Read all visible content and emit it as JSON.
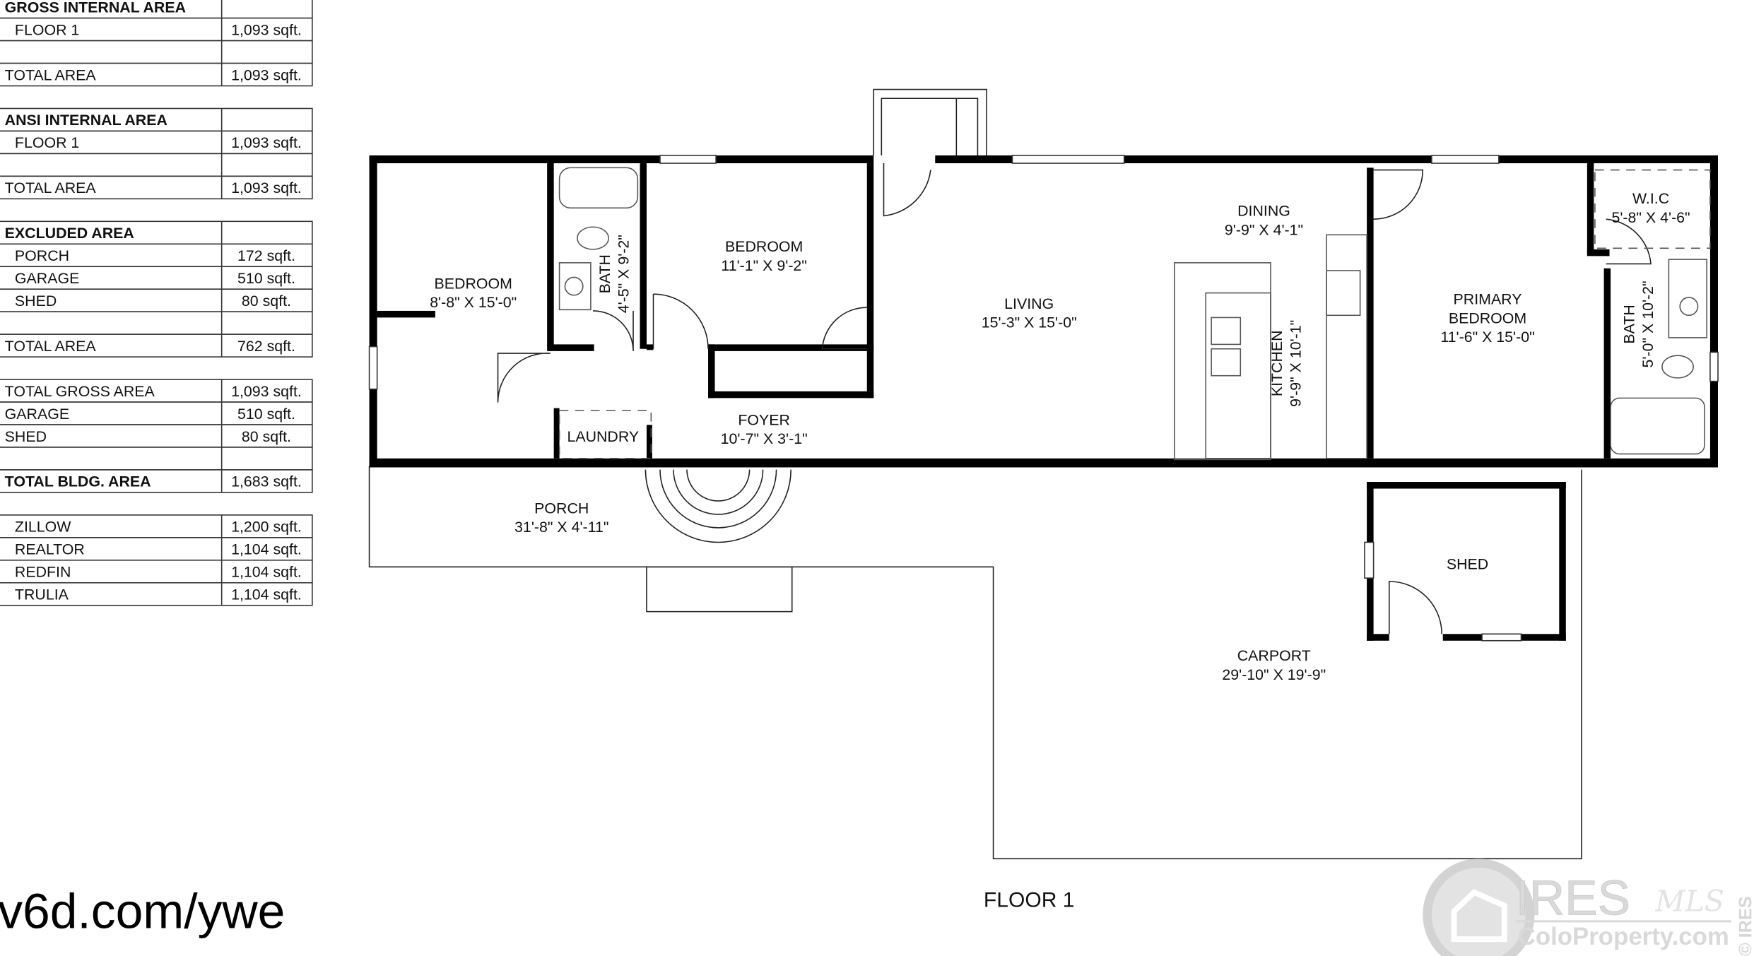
{
  "area_tables": [
    {
      "title": "GROSS INTERNAL AREA",
      "rows": [
        {
          "label": "FLOOR 1",
          "value": "1,093 sqft."
        },
        {
          "label": "",
          "value": ""
        },
        {
          "label": "TOTAL AREA",
          "value": "1,093 sqft."
        }
      ]
    },
    {
      "title": "ANSI INTERNAL AREA",
      "rows": [
        {
          "label": "FLOOR 1",
          "value": "1,093 sqft."
        },
        {
          "label": "",
          "value": ""
        },
        {
          "label": "TOTAL AREA",
          "value": "1,093 sqft."
        }
      ]
    },
    {
      "title": "EXCLUDED AREA",
      "rows": [
        {
          "label": "PORCH",
          "value": "172 sqft."
        },
        {
          "label": "GARAGE",
          "value": "510 sqft."
        },
        {
          "label": "SHED",
          "value": "80 sqft."
        },
        {
          "label": "",
          "value": ""
        },
        {
          "label": "TOTAL AREA",
          "value": "762 sqft."
        }
      ]
    },
    {
      "title": "",
      "rows": [
        {
          "label": "TOTAL GROSS AREA",
          "value": "1,093 sqft."
        },
        {
          "label": "GARAGE",
          "value": "510 sqft."
        },
        {
          "label": "SHED",
          "value": "80 sqft."
        },
        {
          "label": "",
          "value": ""
        },
        {
          "label": "TOTAL BLDG. AREA",
          "value": "1,683 sqft."
        }
      ]
    },
    {
      "title": "",
      "rows": [
        {
          "label": "ZILLOW",
          "value": "1,200 sqft."
        },
        {
          "label": "REALTOR",
          "value": "1,104 sqft."
        },
        {
          "label": "REDFIN",
          "value": "1,104 sqft."
        },
        {
          "label": "TRULIA",
          "value": "1,104 sqft."
        }
      ]
    }
  ],
  "rooms": {
    "bedroom1": {
      "name": "BEDROOM",
      "dims": "8'-8\" X 15'-0\""
    },
    "bath1": {
      "name": "BATH",
      "dims": "4'-5\" X 9'-2\""
    },
    "bedroom2": {
      "name": "BEDROOM",
      "dims": "11'-1\" X 9'-2\""
    },
    "laundry": {
      "name": "LAUNDRY"
    },
    "foyer": {
      "name": "FOYER",
      "dims": "10'-7\" X 3'-1\""
    },
    "living": {
      "name": "LIVING",
      "dims": "15'-3\" X 15'-0\""
    },
    "dining": {
      "name": "DINING",
      "dims": "9'-9\" X 4'-1\""
    },
    "kitchen": {
      "name": "KITCHEN",
      "dims": "9'-9\" X 10'-1\""
    },
    "primary": {
      "name1": "PRIMARY",
      "name2": "BEDROOM",
      "dims": "11'-6\" X 15'-0\""
    },
    "wic": {
      "name": "W.I.C",
      "dims": "5'-8\" X 4'-6\""
    },
    "bath2": {
      "name": "BATH",
      "dims": "5'-0\" X 10'-2\""
    },
    "porch": {
      "name": "PORCH",
      "dims": "31'-8\" X 4'-11\""
    },
    "shed": {
      "name": "SHED"
    },
    "carport": {
      "name": "CARPORT",
      "dims": "29'-10\" X 19'-9\""
    }
  },
  "floor_label": "FLOOR 1",
  "url_text": "v6d.com/ywe",
  "watermark": {
    "brand": "IRES",
    "script": "MLS",
    "site": "ColoProperty.com",
    "side": "© IRES"
  }
}
